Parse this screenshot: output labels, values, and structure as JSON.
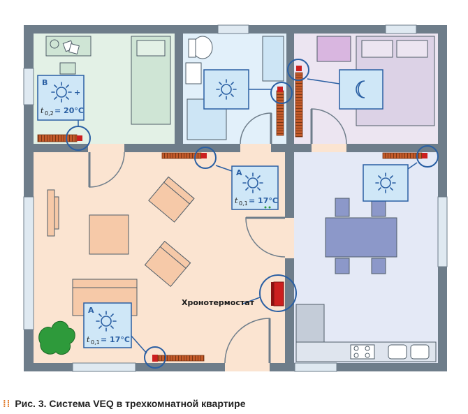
{
  "labels": {
    "room_b_letter": "B",
    "room_a_letter": "A",
    "room_a2_letter": "A",
    "temp_b_value": "= 20°C",
    "temp_a_value": "= 17°C",
    "temp_a2_value": "= 17°C",
    "t_symbol": "t",
    "sub_02": "0,2",
    "sub_01": "0,1",
    "chronothermostat": "Хронотермостат",
    "plus_sign": "+"
  },
  "caption": {
    "figure": "Рис. 3.",
    "text": "Система VEQ в трехкомнатной квартире"
  },
  "colors": {
    "wall": "#6e7d8a",
    "bedroom1": "#e3f1e6",
    "bathroom": "#e2f0fa",
    "bedroom2": "#ece5f1",
    "living": "#fbe4d1",
    "kitchen": "#e4e9f6",
    "panel": "#cfe7f7",
    "accent_blue": "#2a5fa3",
    "heater": "#c35a2a",
    "furniture_warm": "#f6c9a8",
    "furniture_blue": "#8c98c9",
    "plant": "#2e9a3b",
    "thermostat_red": "#cc1f1f"
  }
}
